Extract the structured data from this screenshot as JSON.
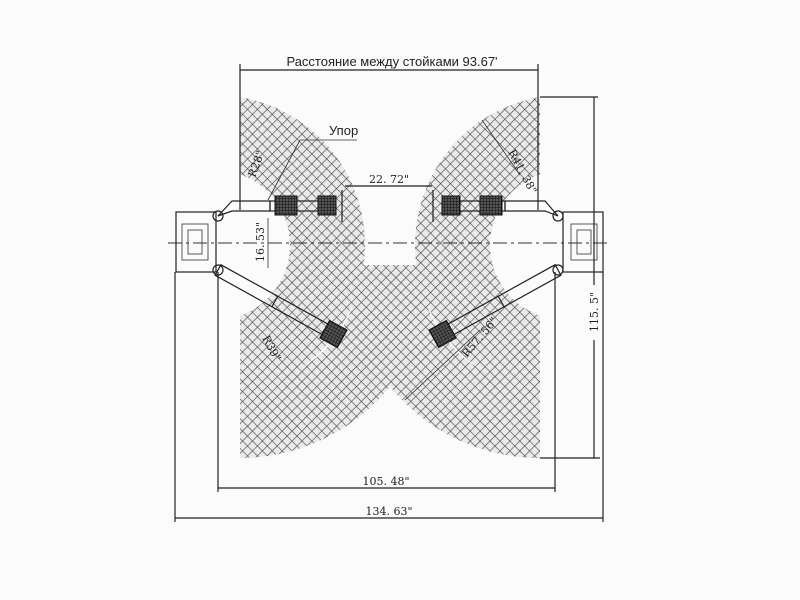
{
  "diagram": {
    "title": "Расстояние между стойками 93.67'",
    "stop_label": "Упор",
    "dimensions": {
      "between_pads": "22. 72\"",
      "r_top_left": "R28\"",
      "r_top_right": "R41. 38\"",
      "r_bottom_left": "R39\"",
      "r_bottom_right": "R57. 56\"",
      "arm_offset": "16. 53\"",
      "height": "115. 5\"",
      "inner_width": "105. 48\"",
      "overall_width": "134. 63\""
    },
    "colors": {
      "line": "#222222",
      "hatch": "#555555",
      "pad": "#333333"
    }
  }
}
